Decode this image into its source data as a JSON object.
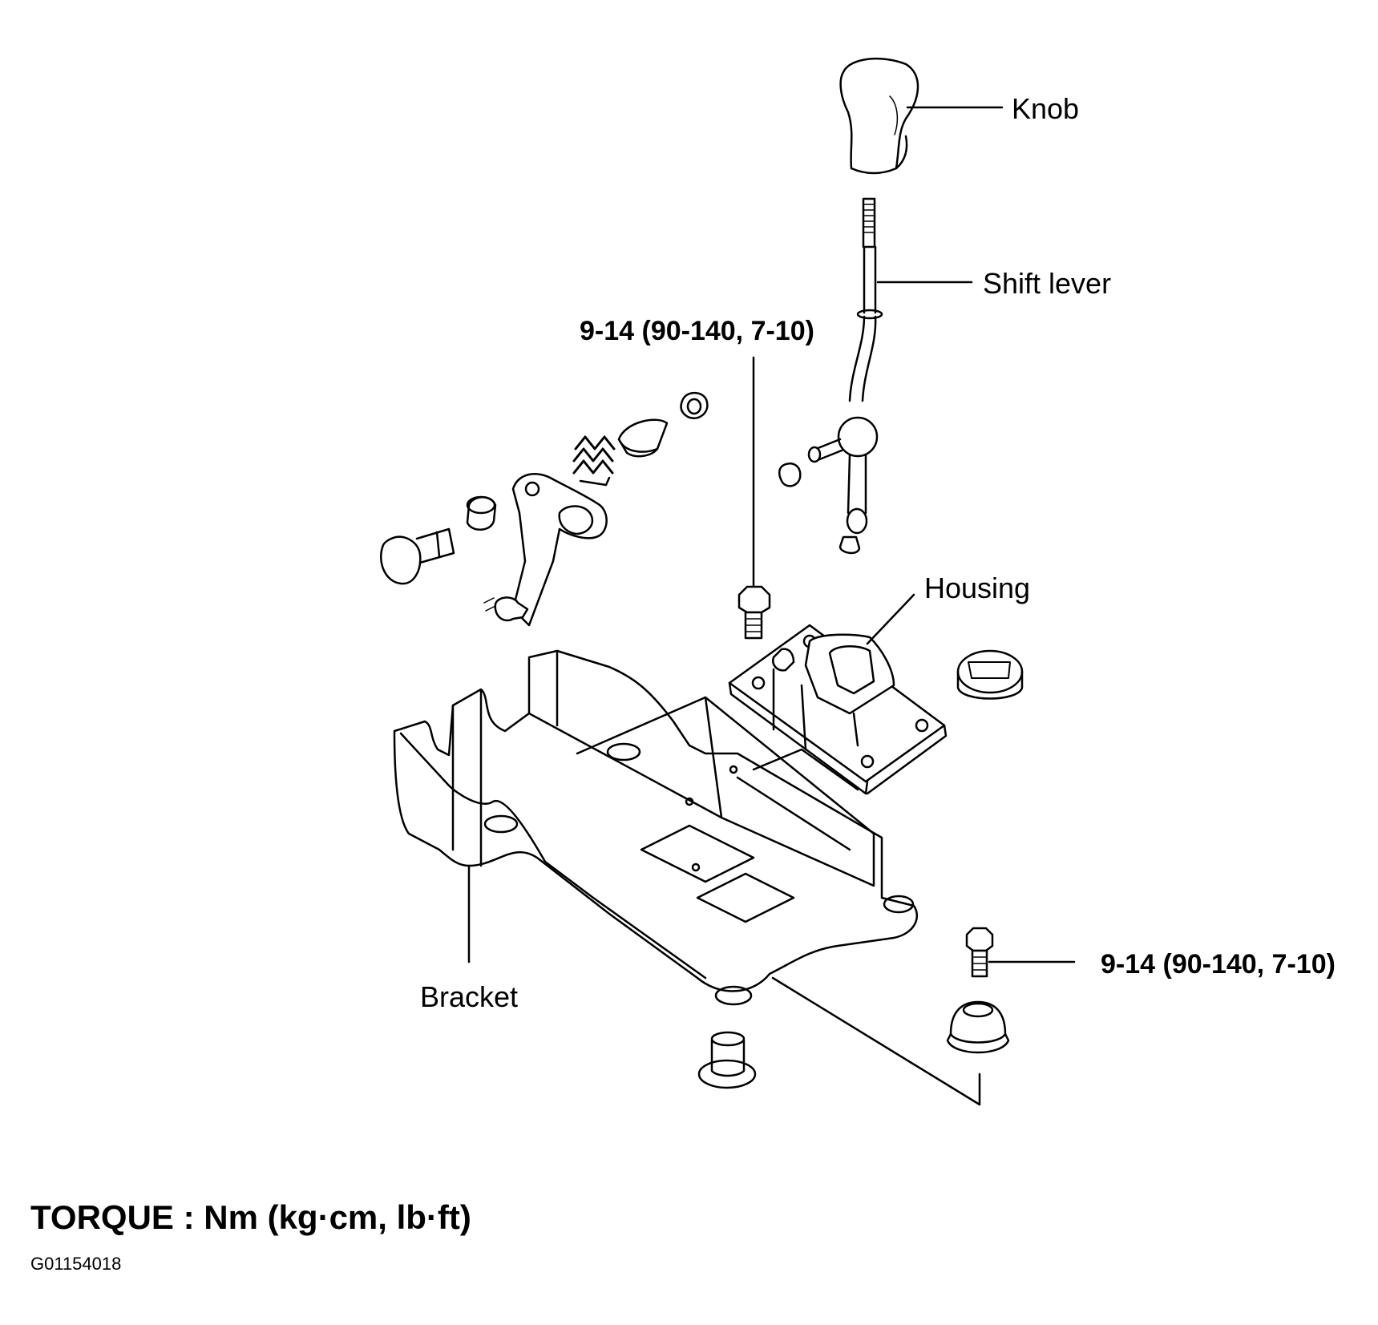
{
  "labels": {
    "knob": "Knob",
    "shift_lever": "Shift lever",
    "housing": "Housing",
    "bracket": "Bracket"
  },
  "torque_specs": {
    "upper": "9-14 (90-140, 7-10)",
    "lower": "9-14 (90-140, 7-10)"
  },
  "legend": {
    "torque_units": "TORQUE : Nm  (kg·cm, lb·ft)"
  },
  "figure_code": "G01154018"
}
